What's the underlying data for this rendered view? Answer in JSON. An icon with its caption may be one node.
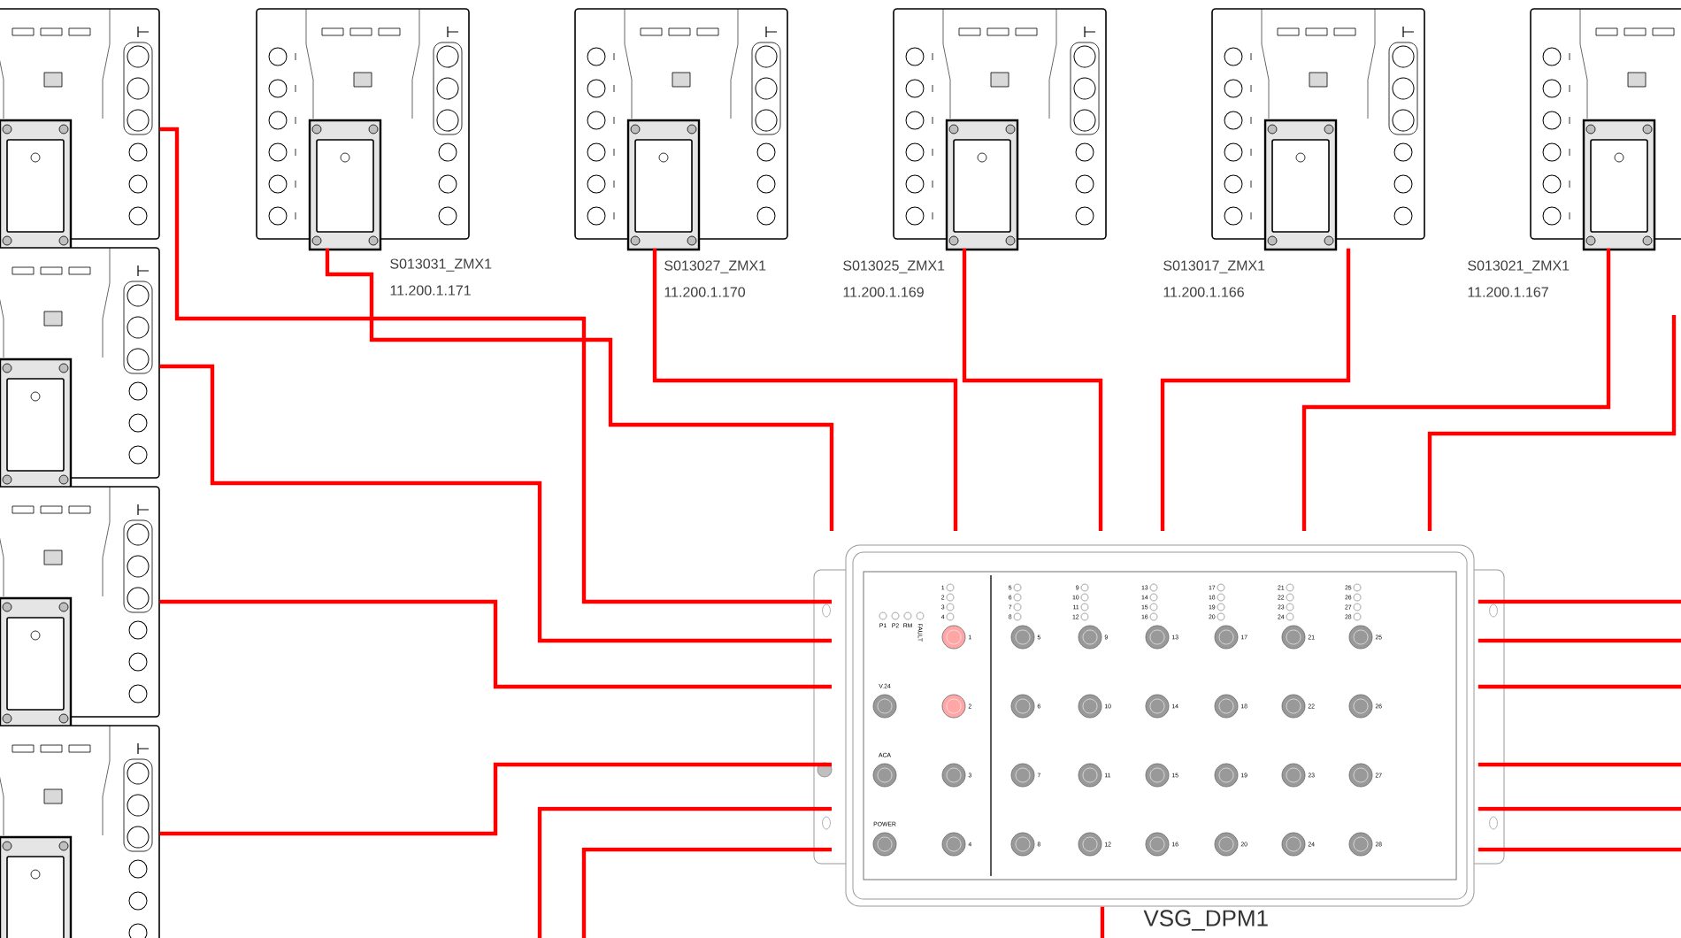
{
  "diagram": {
    "nodes": [
      {
        "text": [],
        "shape": "picture"
      },
      {
        "text": [],
        "shape": "picture",
        "beside": [
          "S013031_ZMX1",
          "11.200.1.171"
        ]
      },
      {
        "text": [],
        "shape": "picture",
        "beside": [
          "S013027_ZMX1",
          "11.200.1.170"
        ]
      },
      {
        "text": [],
        "shape": "picture",
        "beside": [
          "S013025_ZMX1",
          "11.200.1.169"
        ]
      },
      {
        "text": [],
        "shape": "picture",
        "beside": [
          "S013017_ZMX1",
          "11.200.1.166"
        ]
      },
      {
        "text": [],
        "shape": "picture",
        "beside": [
          "S013021_ZMX1",
          "11.200.1.167"
        ]
      },
      {
        "text": [],
        "shape": "picture"
      },
      {
        "text": [],
        "shape": "picture"
      },
      {
        "text": [],
        "shape": "picture"
      },
      {
        "text": [
          "P1",
          "P2",
          "RM",
          "FAULT",
          "V.24",
          "ACA",
          "POWER",
          "1",
          "2",
          "3",
          "4",
          "5",
          "6",
          "7",
          "8",
          "9",
          "10",
          "11",
          "12",
          "13",
          "14",
          "15",
          "16",
          "17",
          "18",
          "19",
          "20",
          "21",
          "22",
          "23",
          "24",
          "25",
          "26",
          "27",
          "28",
          "1",
          "2",
          "3",
          "4",
          "5",
          "6",
          "7",
          "8",
          "9",
          "10",
          "11",
          "12",
          "13",
          "14",
          "15",
          "16",
          "17",
          "18",
          "19",
          "20",
          "21",
          "22",
          "23",
          "24",
          "25",
          "26",
          "27",
          "28"
        ]
      }
    ],
    "edges": [
      {
        "from": 0,
        "to": 9,
        "arrow": "none"
      },
      {
        "from": 1,
        "to": 9,
        "arrow": "none"
      },
      {
        "from": 2,
        "to": 9,
        "arrow": "none"
      },
      {
        "from": 3,
        "to": 9,
        "arrow": "none"
      },
      {
        "from": 4,
        "to": 9,
        "arrow": "none"
      },
      {
        "from": 5,
        "to": 9,
        "arrow": "none"
      },
      {
        "from": null,
        "to": 9,
        "arrow": "none"
      },
      {
        "from": 6,
        "to": 9,
        "arrow": "none"
      },
      {
        "from": 7,
        "to": 9,
        "arrow": "none"
      },
      {
        "from": 8,
        "to": 9,
        "arrow": "none"
      },
      {
        "from": null,
        "to": 9,
        "arrow": "none"
      },
      {
        "from": null,
        "to": 9,
        "arrow": "none"
      },
      {
        "from": 9,
        "to": null,
        "arrow": "none"
      },
      {
        "from": 9,
        "to": null,
        "arrow": "none"
      },
      {
        "from": 9,
        "to": null,
        "arrow": "none"
      },
      {
        "from": 9,
        "to": null,
        "arrow": "none"
      },
      {
        "from": 9,
        "to": null,
        "arrow": "none"
      },
      {
        "from": 9,
        "to": null,
        "arrow": "none"
      },
      {
        "from": 9,
        "to": null,
        "arrow": "none"
      }
    ],
    "labels": [
      "VSG_DPM1"
    ]
  }
}
